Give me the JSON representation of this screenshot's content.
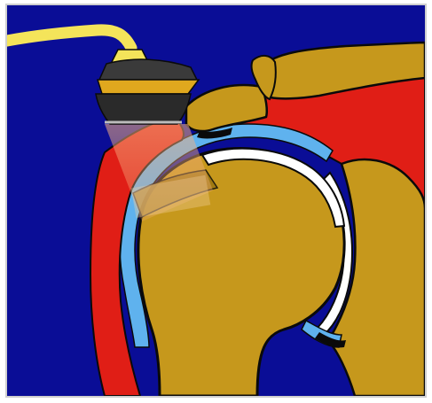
{
  "illustration": {
    "colors": {
      "background": "#0a0d96",
      "bone": "#c6981c",
      "bone_shadow": "#9a7410",
      "muscle": "#e01e16",
      "bursa": "#5fb2ee",
      "cartilage": "#ffffff",
      "outline": "#0a0a0a",
      "probe_cable": "#f4e45a",
      "probe_housing": "#3a3a3a",
      "probe_stripe": "#e0a81e",
      "ultrasound_beam": "#f0a070",
      "frame": "#cfcfcf"
    },
    "parts": [
      "ultrasound-probe",
      "probe-cable",
      "ultrasound-beam",
      "humeral-head",
      "acromion",
      "clavicle",
      "glenoid",
      "deltoid-muscle",
      "rotator-cuff-tendon",
      "subacromial-bursa",
      "articular-cartilage"
    ]
  }
}
